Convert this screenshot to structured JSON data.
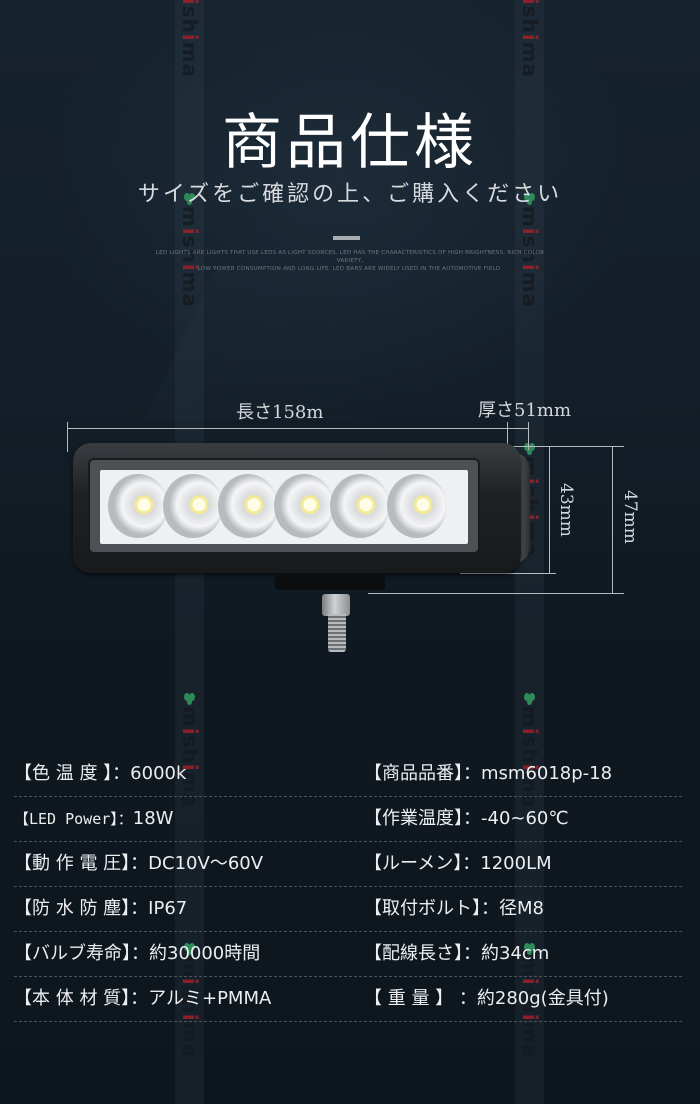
{
  "header": {
    "title": "商品仕様",
    "subtitle": "サイズをご確認の上、ご購入ください",
    "blurb_line1": "LED LIGHTS ARE LIGHTS THAT USE LEDS AS LIGHT SOURCES. LED HAS THE CHARACTERISTICS OF HIGH BRIGHTNESS, RICH COLOR VARIETY,",
    "blurb_line2": "LOW POWER CONSUMPTION AND LONG LIFE. LED BARS ARE WIDELY USED IN THE AUTOMOTIVE FIELD."
  },
  "watermark": {
    "text_pre": "m",
    "text_i": "i",
    "text_mid": "sh",
    "text_i2": "i",
    "text_post": "ma",
    "leaf_color": "#2f8a5a",
    "accent_color": "#b01e2a"
  },
  "dimensions": {
    "length": "長さ158m",
    "thickness": "厚さ51mm",
    "inner_height": "43mm",
    "outer_height": "47mm"
  },
  "product": {
    "led_count": 6,
    "face_color": "#eef0f1",
    "body_color": "#1f2124"
  },
  "specs": {
    "left": [
      {
        "key": "【色 温 度 】：",
        "value": "6000k"
      },
      {
        "key": "【LED Power】：",
        "value": "18W"
      },
      {
        "key": "【動 作 電 圧】：",
        "value": "DC10V〜60V"
      },
      {
        "key": "【防 水 防 塵】：",
        "value": "IP67"
      },
      {
        "key": "【バルブ寿命】：",
        "value": "約30000時間"
      },
      {
        "key": "【本 体 材 質】：",
        "value": "アルミ+PMMA"
      }
    ],
    "right": [
      {
        "key": "【商品品番】：",
        "value": "msm6018p-18"
      },
      {
        "key": "【作業温度】：",
        "value": "-40~60℃"
      },
      {
        "key": "【ルーメン】：",
        "value": "1200LM"
      },
      {
        "key": "【取付ボルト】：",
        "value": "径M8"
      },
      {
        "key": "【配線長さ】：",
        "value": "約34cm"
      },
      {
        "key": "【 重 量 】 ：",
        "value": "約280g(金具付)"
      }
    ]
  }
}
